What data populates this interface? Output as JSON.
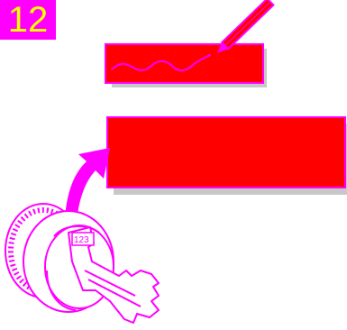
{
  "step": {
    "number": "12"
  },
  "key": {
    "code_label": "123"
  },
  "colors": {
    "accent": "#ff00ff",
    "fill": "#ff0000",
    "badge_text": "#ffff00",
    "shadow": "#c8c8c8",
    "outline": "#ff00ff"
  },
  "icons": {
    "pen": "pen-icon",
    "key": "key-icon",
    "lock": "lock-cylinder-icon",
    "arrow": "curved-arrow-icon"
  },
  "labels": {
    "write_box": "signature-field",
    "tag_box": "key-tag-label"
  }
}
